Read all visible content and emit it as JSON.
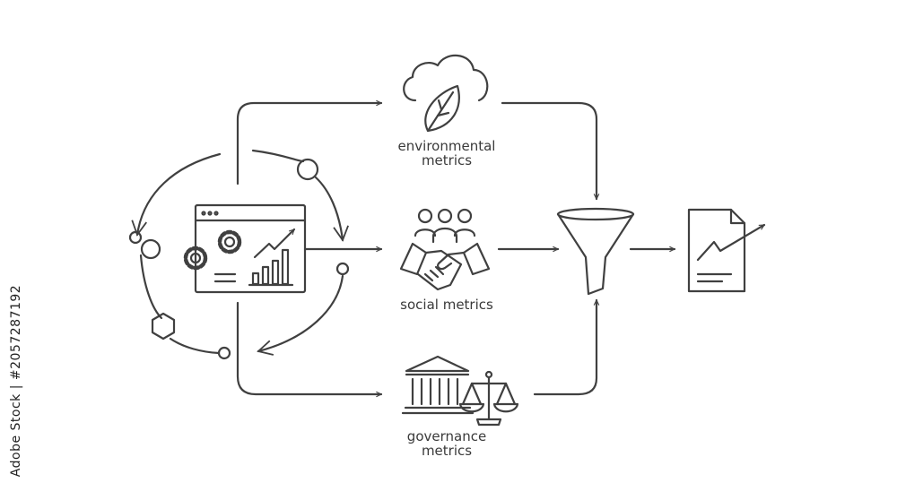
{
  "labels": {
    "environmental": [
      "environmental",
      "metrics"
    ],
    "social": "social metrics",
    "governance": [
      "governance",
      "metrics"
    ]
  },
  "watermark": "Adobe Stock | #2057287192",
  "colors": {
    "stroke": "#404040",
    "text": "#3a3a3a",
    "background": "#ffffff"
  },
  "icons": [
    "dashboard-icon",
    "gear-icon",
    "growth-chart-icon",
    "cloud-leaf-icon",
    "team-icon",
    "handshake-icon",
    "courthouse-icon",
    "scales-icon",
    "funnel-icon",
    "report-document-icon"
  ]
}
